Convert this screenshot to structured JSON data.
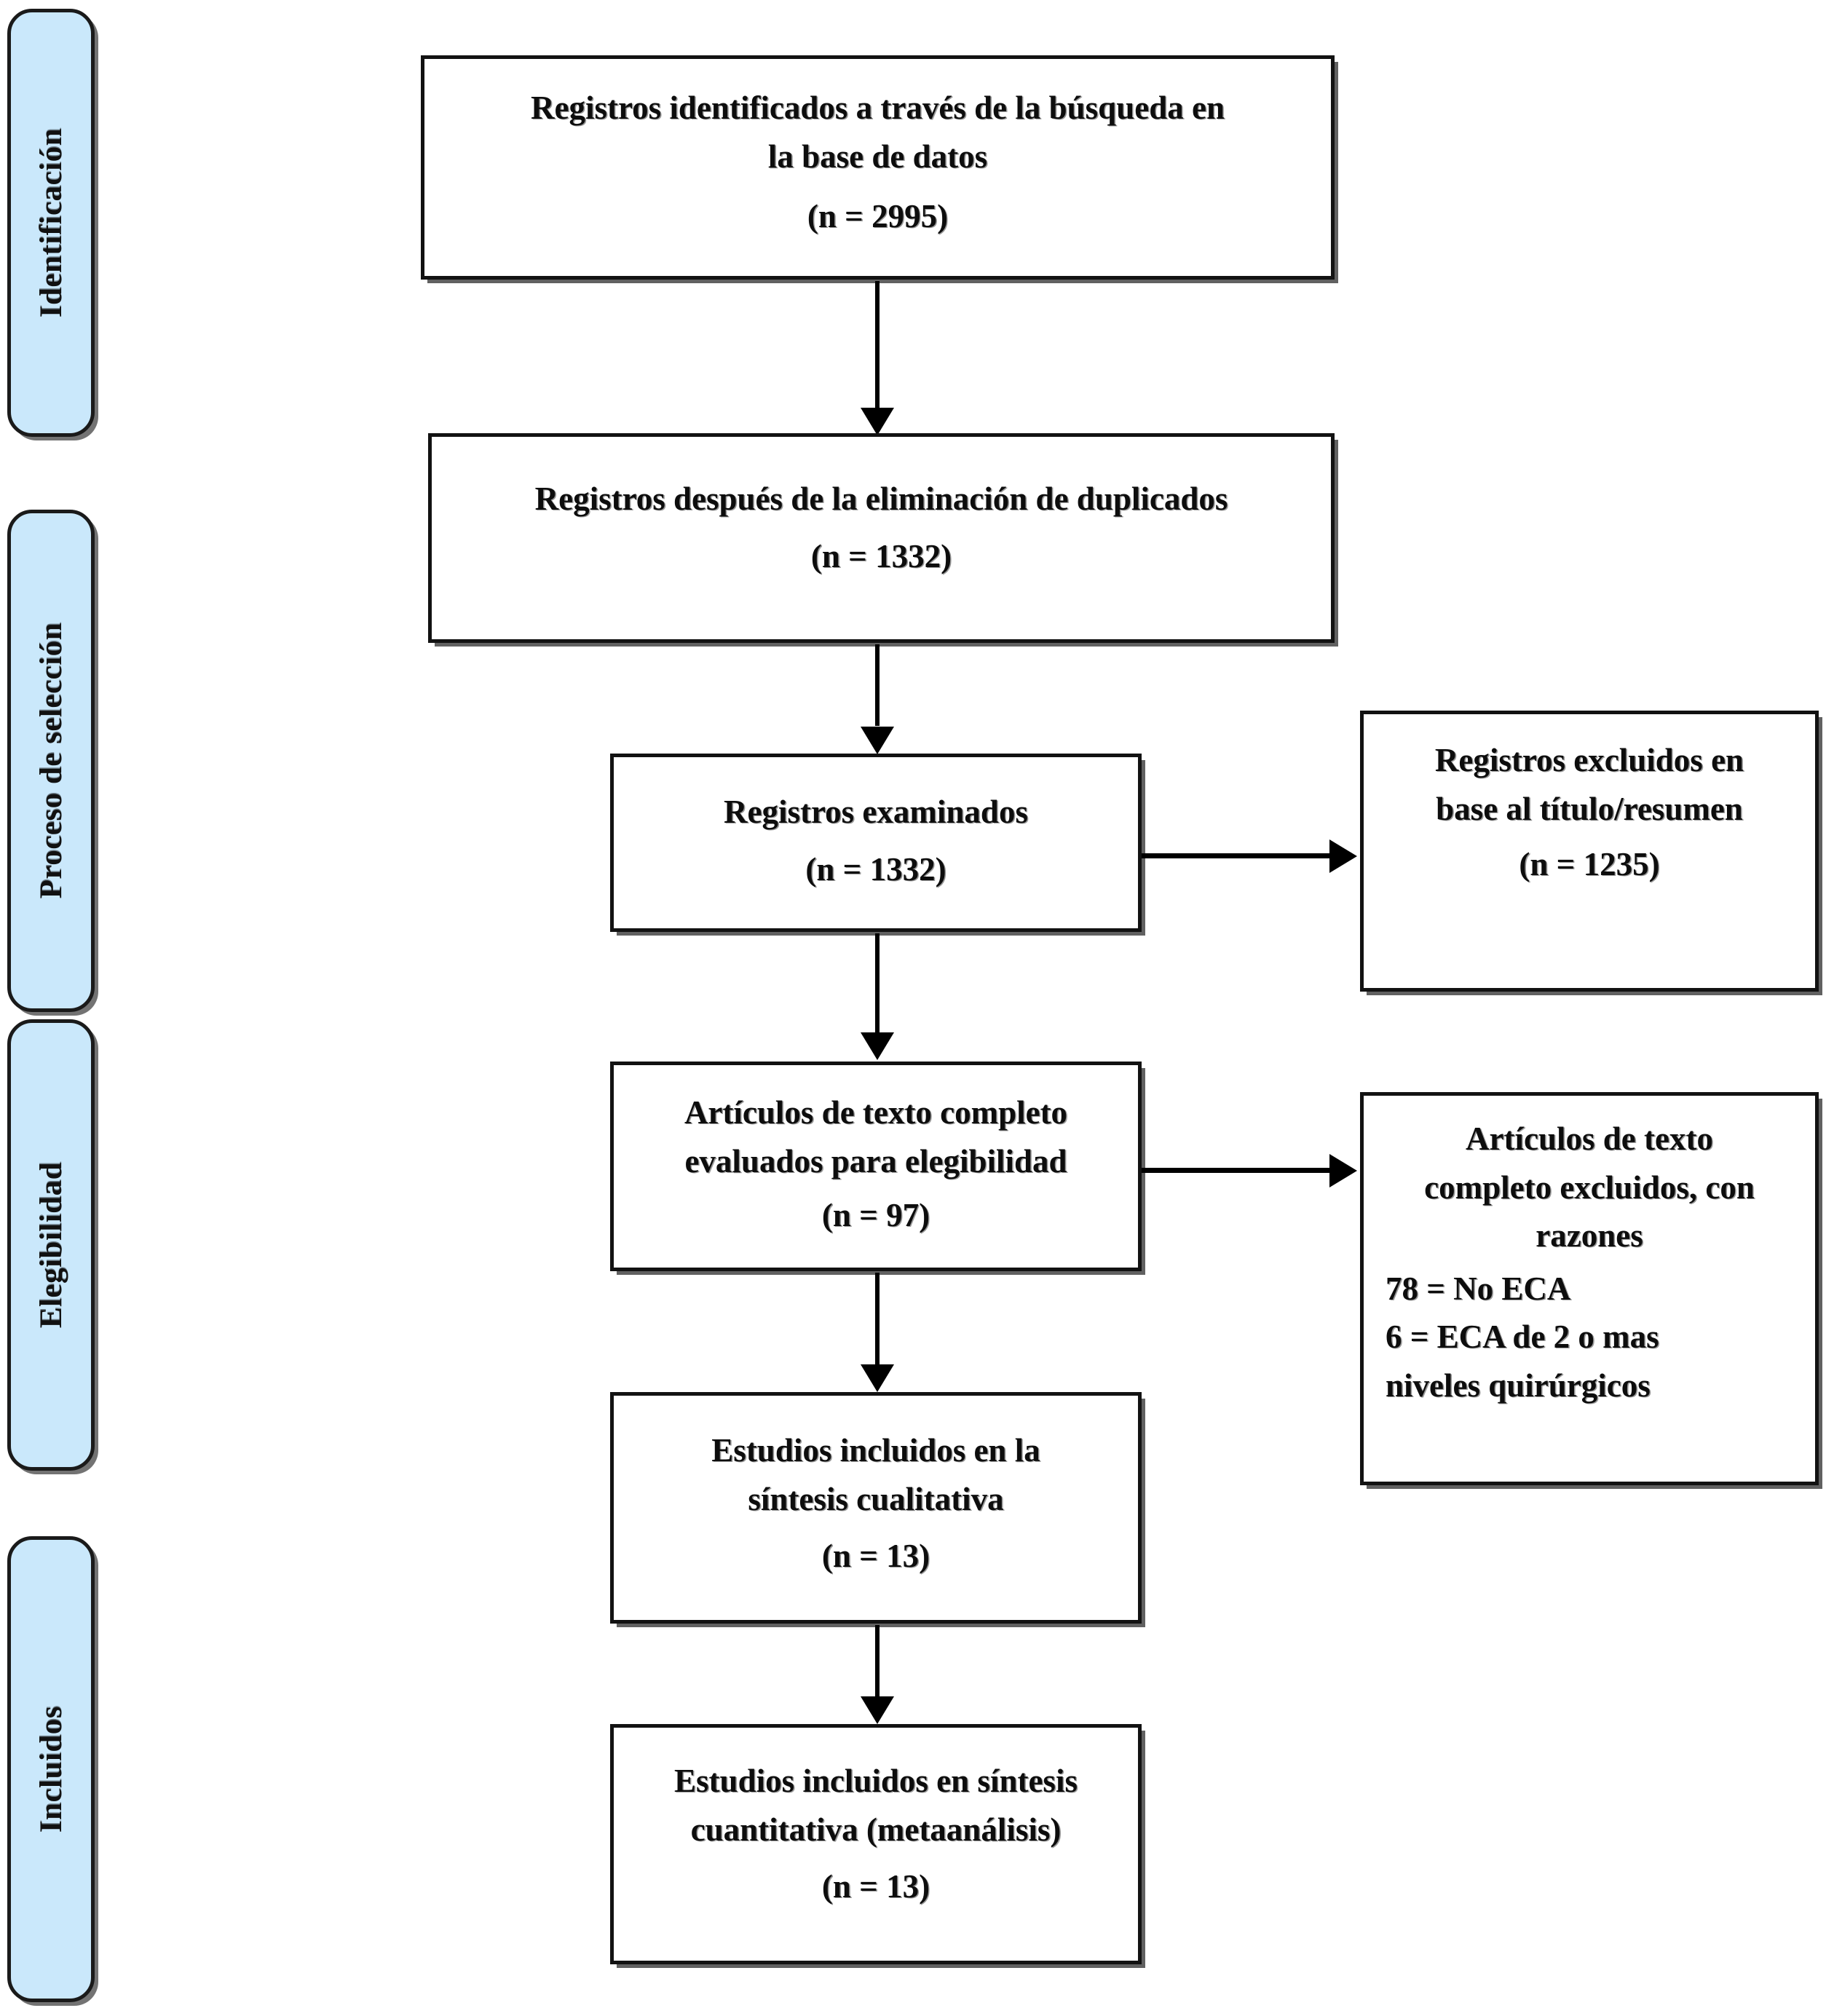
{
  "diagram": {
    "type": "prisma-flow-diagram",
    "language": "es",
    "background_color": "#ffffff",
    "box_border_color": "#121212",
    "stage_pill_color": "#cae8fb",
    "arrow_color": "#000000"
  },
  "stages": [
    {
      "id": "identificacion",
      "label": "Identificación"
    },
    {
      "id": "proceso-seleccion",
      "label": "Proceso de selección"
    },
    {
      "id": "elegibilidad",
      "label": "Elegibilidad"
    },
    {
      "id": "incluidos",
      "label": "Incluidos"
    }
  ],
  "boxes": {
    "identified": {
      "line1": "Registros identificados a través de la búsqueda en",
      "line2": "la base de datos",
      "count": "(n = 2995)"
    },
    "after_duplicates": {
      "line1": "Registros después de la eliminación de duplicados",
      "count": "(n = 1332)"
    },
    "screened": {
      "line1": "Registros examinados",
      "count": "(n = 1332)"
    },
    "excluded_title_abstract": {
      "line1": "Registros excluidos en",
      "line2": "base al título/resumen",
      "count": "(n = 1235)"
    },
    "fulltext_assessed": {
      "line1": "Artículos de texto completo",
      "line2": "evaluados para elegibilidad",
      "count": "(n = 97)"
    },
    "fulltext_excluded": {
      "line1": "Artículos de texto",
      "line2": "completo excluidos, con",
      "line3": "razones",
      "reason1": "78 = No ECA",
      "reason2": "6 = ECA de 2 o mas",
      "reason3": "niveles quirúrgicos"
    },
    "qualitative": {
      "line1": "Estudios incluidos en la",
      "line2": "síntesis cualitativa",
      "count": "(n = 13)"
    },
    "quantitative": {
      "line1": "Estudios incluidos en síntesis",
      "line2": "cuantitativa (metaanálisis)",
      "count": "(n = 13)"
    }
  },
  "chart_data": {
    "type": "diagram",
    "title": "Diagrama de flujo PRISMA",
    "nodes": [
      {
        "id": "identified",
        "stage": "Identificación",
        "label": "Registros identificados a través de la búsqueda en la base de datos",
        "n": 2995
      },
      {
        "id": "after_duplicates",
        "stage": "Proceso de selección",
        "label": "Registros después de la eliminación de duplicados",
        "n": 1332
      },
      {
        "id": "screened",
        "stage": "Proceso de selección",
        "label": "Registros examinados",
        "n": 1332
      },
      {
        "id": "excluded_title_abstract",
        "stage": "Proceso de selección",
        "label": "Registros excluidos en base al título/resumen",
        "n": 1235
      },
      {
        "id": "fulltext_assessed",
        "stage": "Elegibilidad",
        "label": "Artículos de texto completo evaluados para elegibilidad",
        "n": 97
      },
      {
        "id": "fulltext_excluded",
        "stage": "Elegibilidad",
        "label": "Artículos de texto completo excluidos, con razones",
        "reasons": [
          {
            "n": 78,
            "reason": "No ECA"
          },
          {
            "n": 6,
            "reason": "ECA de 2 o mas niveles quirúrgicos"
          }
        ]
      },
      {
        "id": "qualitative",
        "stage": "Incluidos",
        "label": "Estudios incluidos en la síntesis cualitativa",
        "n": 13
      },
      {
        "id": "quantitative",
        "stage": "Incluidos",
        "label": "Estudios incluidos en síntesis cuantitativa (metaanálisis)",
        "n": 13
      }
    ],
    "edges": [
      {
        "from": "identified",
        "to": "after_duplicates",
        "direction": "down"
      },
      {
        "from": "after_duplicates",
        "to": "screened",
        "direction": "down"
      },
      {
        "from": "screened",
        "to": "excluded_title_abstract",
        "direction": "right"
      },
      {
        "from": "screened",
        "to": "fulltext_assessed",
        "direction": "down"
      },
      {
        "from": "fulltext_assessed",
        "to": "fulltext_excluded",
        "direction": "right"
      },
      {
        "from": "fulltext_assessed",
        "to": "qualitative",
        "direction": "down"
      },
      {
        "from": "qualitative",
        "to": "quantitative",
        "direction": "down"
      }
    ]
  }
}
